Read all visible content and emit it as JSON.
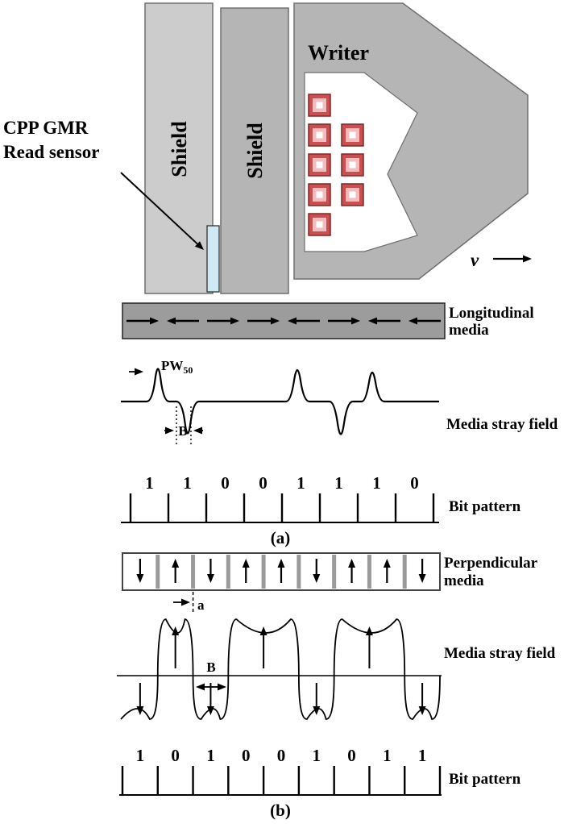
{
  "colors": {
    "shield_left": "#cccccc",
    "shield_right": "#b5b5b5",
    "writer": "#b5b5b5",
    "sensor": "#cfe9f4",
    "media_bar": "#9c9c9c",
    "coil_outer": "#cc4f4f",
    "coil_mid": "#f4bcbc",
    "coil_core": "#ffffff",
    "cell_divider": "#9a9a9a"
  },
  "head": {
    "writer_label": "Writer",
    "shield_left_label": "Shield",
    "shield_right_label": "Shield",
    "sensor_caption_line1": "CPP GMR",
    "sensor_caption_line2": "Read sensor",
    "velocity_label": "v"
  },
  "longitudinal": {
    "media_label_line1": "Longitudinal",
    "media_label_line2": "media",
    "arrows": [
      "right",
      "left",
      "right",
      "right",
      "left",
      "right",
      "left",
      "left"
    ],
    "pw_label": "PW",
    "pw_sub": "50",
    "b_label": "B",
    "stray_field_label": "Media stray field",
    "bits": [
      "1",
      "1",
      "0",
      "0",
      "1",
      "1",
      "1",
      "0"
    ],
    "bit_pattern_label": "Bit pattern",
    "caption": "(a)"
  },
  "perpendicular": {
    "media_label_line1": "Perpendicular",
    "media_label_line2": "media",
    "cell_arrows": [
      "down",
      "up",
      "down",
      "up",
      "up",
      "down",
      "up",
      "up",
      "down"
    ],
    "a_label": "a",
    "b_label": "B",
    "stray_field_label": "Media stray field",
    "bits": [
      "1",
      "0",
      "1",
      "0",
      "0",
      "1",
      "0",
      "1",
      "1"
    ],
    "bit_pattern_label": "Bit pattern",
    "caption": "(b)"
  }
}
